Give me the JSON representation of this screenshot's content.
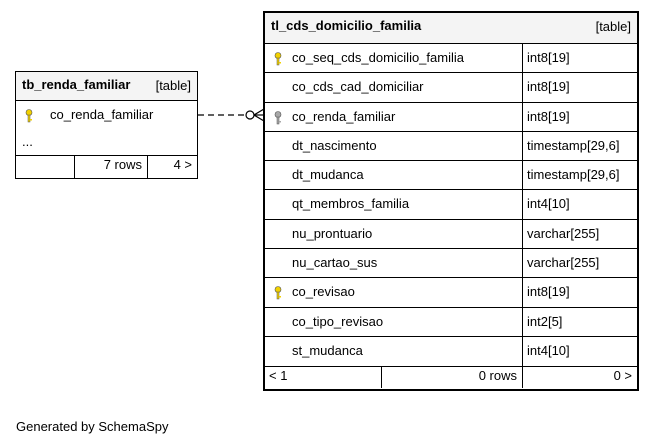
{
  "colors": {
    "header_bg": "#f4f4f4",
    "primary_key": "#f2d100",
    "foreign_key": "#a8a8a8"
  },
  "relationship": {
    "from_table": "tb_renda_familiar",
    "to_table": "tl_cds_domicilio_familia"
  },
  "tables": {
    "renda": {
      "name": "tb_renda_familiar",
      "kind": "[table]",
      "columns": [
        {
          "name": "co_renda_familiar",
          "key": "primary"
        }
      ],
      "ellipsis": "...",
      "footer": {
        "left": "",
        "rows": "7 rows",
        "right": "4 >"
      }
    },
    "domicilio": {
      "name": "tl_cds_domicilio_familia",
      "kind": "[table]",
      "columns": [
        {
          "name": "co_seq_cds_domicilio_familia",
          "type": "int8[19]",
          "key": "primary"
        },
        {
          "name": "co_cds_cad_domiciliar",
          "type": "int8[19]",
          "key": ""
        },
        {
          "name": "co_renda_familiar",
          "type": "int8[19]",
          "key": "foreign"
        },
        {
          "name": "dt_nascimento",
          "type": "timestamp[29,6]",
          "key": ""
        },
        {
          "name": "dt_mudanca",
          "type": "timestamp[29,6]",
          "key": ""
        },
        {
          "name": "qt_membros_familia",
          "type": "int4[10]",
          "key": ""
        },
        {
          "name": "nu_prontuario",
          "type": "varchar[255]",
          "key": ""
        },
        {
          "name": "nu_cartao_sus",
          "type": "varchar[255]",
          "key": ""
        },
        {
          "name": "co_revisao",
          "type": "int8[19]",
          "key": "primary"
        },
        {
          "name": "co_tipo_revisao",
          "type": "int2[5]",
          "key": ""
        },
        {
          "name": "st_mudanca",
          "type": "int4[10]",
          "key": ""
        }
      ],
      "footer": {
        "left": "< 1",
        "rows": "0 rows",
        "right": "0 >"
      }
    }
  },
  "footer_text": "Generated by SchemaSpy"
}
